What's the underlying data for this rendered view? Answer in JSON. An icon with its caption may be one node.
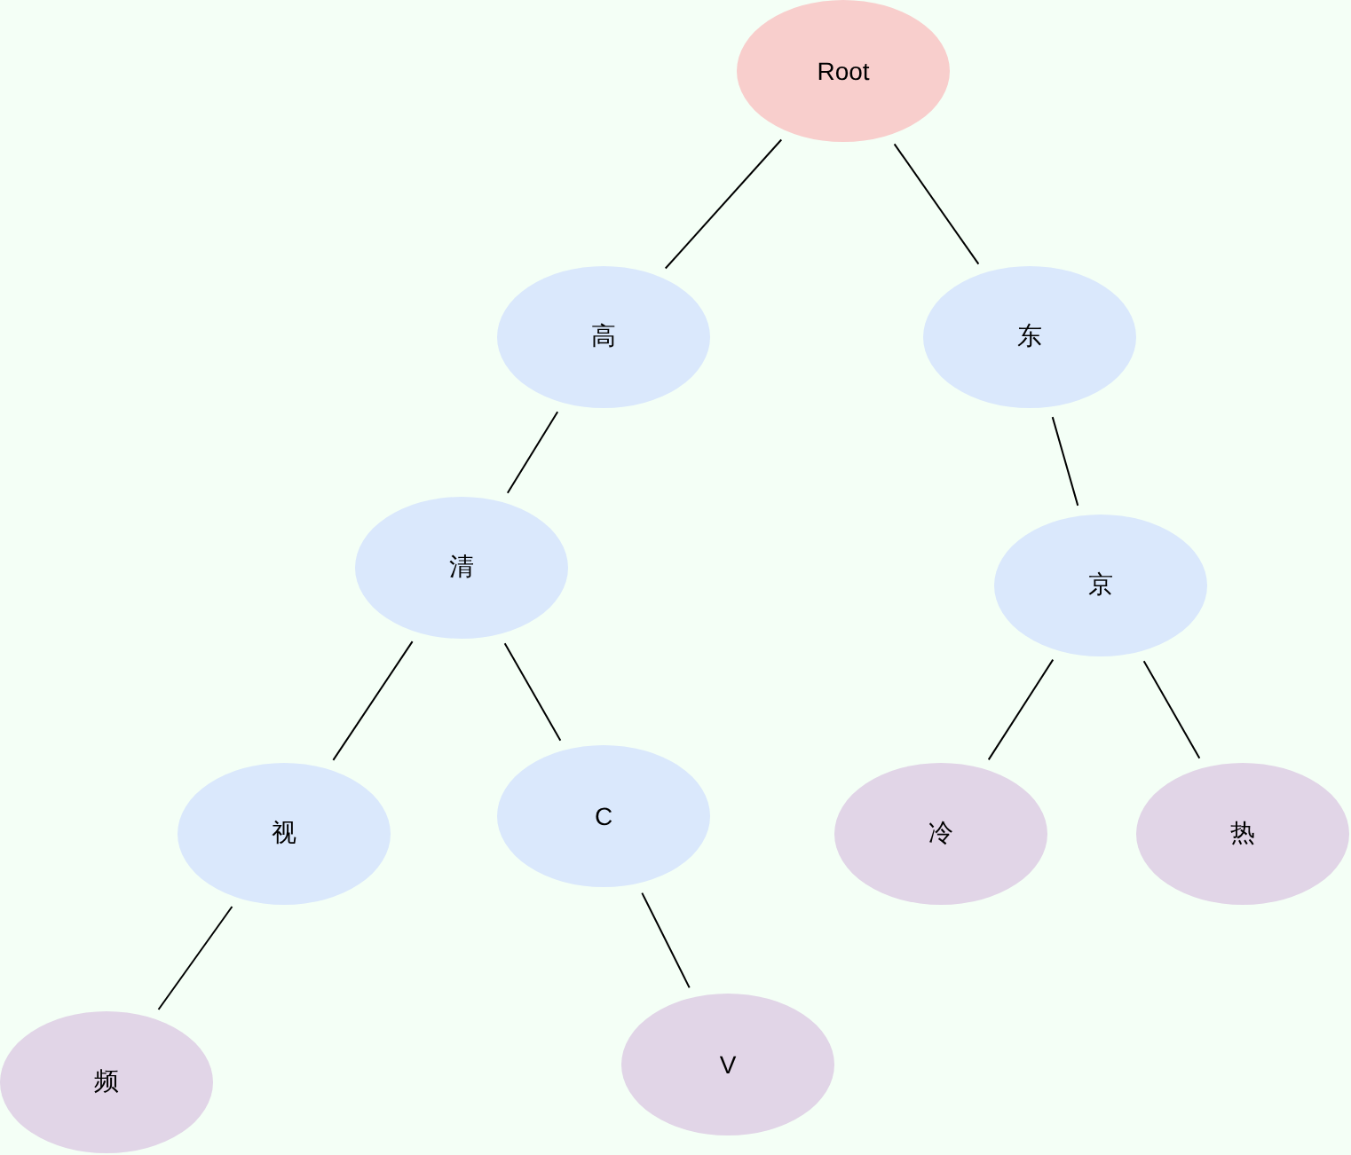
{
  "diagram": {
    "nodes": [
      {
        "text": [
          "Root"
        ]
      },
      {
        "text": [
          "高"
        ]
      },
      {
        "text": [
          "东"
        ]
      },
      {
        "text": [
          "清"
        ]
      },
      {
        "text": [
          "京"
        ]
      },
      {
        "text": [
          "视"
        ]
      },
      {
        "text": [
          "C"
        ]
      },
      {
        "text": [
          "冷"
        ]
      },
      {
        "text": [
          "热"
        ]
      },
      {
        "text": [
          "频"
        ]
      },
      {
        "text": [
          "V"
        ]
      }
    ],
    "edges": [
      {
        "from": 0,
        "to": 1,
        "arrow": "none"
      },
      {
        "from": 0,
        "to": 2,
        "arrow": "none"
      },
      {
        "from": 1,
        "to": 3,
        "arrow": "none"
      },
      {
        "from": 2,
        "to": 4,
        "arrow": "none"
      },
      {
        "from": 3,
        "to": 5,
        "arrow": "none"
      },
      {
        "from": 3,
        "to": 6,
        "arrow": "none"
      },
      {
        "from": 4,
        "to": 7,
        "arrow": "none"
      },
      {
        "from": 4,
        "to": 8,
        "arrow": "none"
      },
      {
        "from": 5,
        "to": 9,
        "arrow": "none"
      },
      {
        "from": 6,
        "to": 10,
        "arrow": "none"
      }
    ]
  }
}
